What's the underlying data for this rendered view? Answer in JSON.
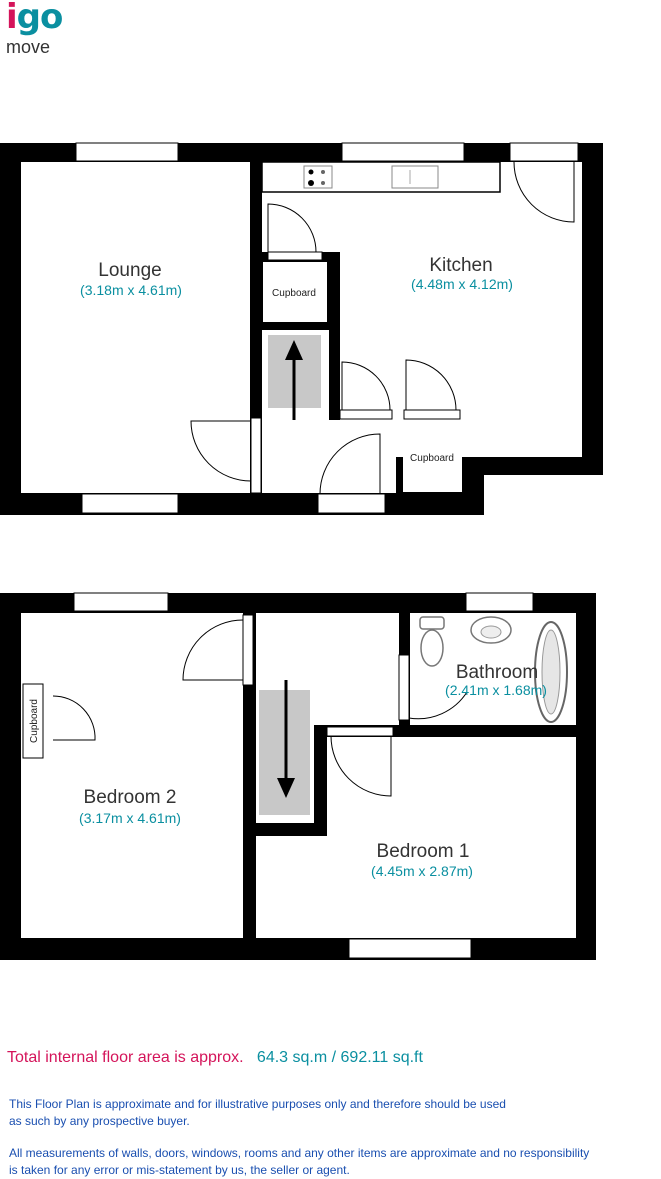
{
  "logo": {
    "part1": "i",
    "part2": "go",
    "sub": "move"
  },
  "rooms": {
    "lounge": {
      "name": "Lounge",
      "dims": "(3.18m x 4.61m)"
    },
    "kitchen": {
      "name": "Kitchen",
      "dims": "(4.48m x 4.12m)"
    },
    "cupboard_upper": "Cupboard",
    "cupboard_lower": "Cupboard",
    "cupboard_bed": "Cupboard",
    "bathroom": {
      "name": "Bathroom",
      "dims": "(2.41m x 1.68m)"
    },
    "bedroom2": {
      "name": "Bedroom 2",
      "dims": "(3.17m x 4.61m)"
    },
    "bedroom1": {
      "name": "Bedroom 1",
      "dims": "(4.45m x 2.87m)"
    }
  },
  "area": {
    "label": "Total internal floor area is approx.",
    "value": "64.3 sq.m  / 692.11 sq.ft"
  },
  "disclaimer": {
    "p1_line1": "This Floor Plan is approximate and for illustrative purposes only and therefore should be used",
    "p1_line2": "as such by any prospective buyer.",
    "p2_line1": "All measurements of walls, doors, windows, rooms and any other items are approximate and no responsibility",
    "p2_line2": "is taken for any error or mis-statement by us, the seller or agent."
  },
  "colors": {
    "brand_pink": "#d4145a",
    "brand_teal": "#0a8fa0",
    "wall": "#000000",
    "stair": "#c8c8c8"
  }
}
